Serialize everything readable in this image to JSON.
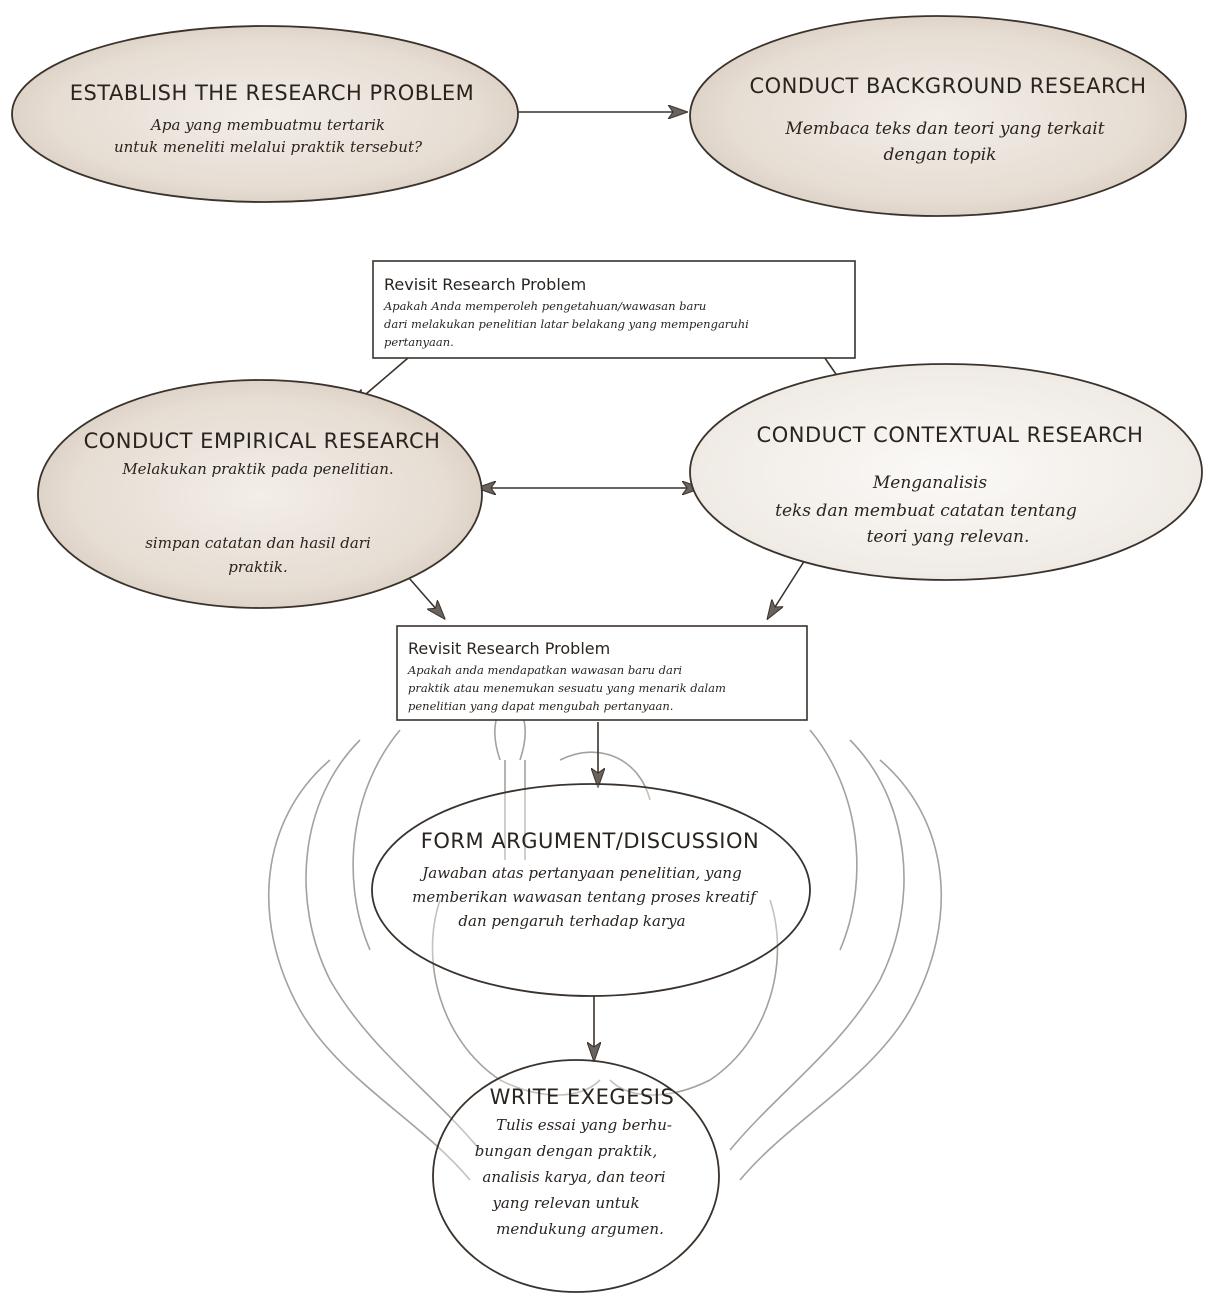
{
  "nodes": {
    "establish": {
      "title": "ESTABLISH THE RESEARCH PROBLEM",
      "lines": [
        "Apa yang membuatmu tertarik",
        "untuk meneliti melalui praktik tersebut?"
      ]
    },
    "background": {
      "title": "CONDUCT BACKGROUND RESEARCH",
      "lines": [
        "Membaca teks dan teori yang terkait",
        "dengan topik"
      ]
    },
    "revisit1": {
      "title": "Revisit Research Problem",
      "lines": [
        "Apakah Anda memperoleh pengetahuan/wawasan baru",
        "dari melakukan penelitian latar belakang yang mempengaruhi",
        "pertanyaan."
      ]
    },
    "empirical": {
      "title": "CONDUCT EMPIRICAL RESEARCH",
      "lines": [
        "Melakukan praktik pada penelitian."
      ],
      "lines2": [
        "simpan catatan dan hasil dari",
        "praktik."
      ]
    },
    "contextual": {
      "title": "CONDUCT CONTEXTUAL RESEARCH",
      "lines": [
        "Menganalisis",
        "teks dan membuat catatan tentang",
        "teori yang relevan."
      ]
    },
    "revisit2": {
      "title": "Revisit Research Problem",
      "lines": [
        "Apakah anda mendapatkan wawasan baru dari",
        "praktik atau menemukan sesuatu yang menarik dalam",
        "penelitian yang dapat mengubah pertanyaan."
      ]
    },
    "argument": {
      "title": "FORM ARGUMENT/DISCUSSION",
      "lines": [
        "Jawaban atas pertanyaan penelitian, yang",
        "memberikan wawasan tentang proses kreatif",
        "dan pengaruh terhadap karya"
      ]
    },
    "exegesis": {
      "title": "WRITE EXEGESIS",
      "lines": [
        "Tulis essai yang berhu-",
        "bungan dengan praktik,",
        "analisis karya, dan teori",
        "yang relevan untuk",
        "mendukung argumen."
      ]
    }
  },
  "colors": {
    "ellipse_fill": "#e7ded5",
    "ellipse_fill_light": "#f1ece6",
    "ink": "#2a2420"
  }
}
